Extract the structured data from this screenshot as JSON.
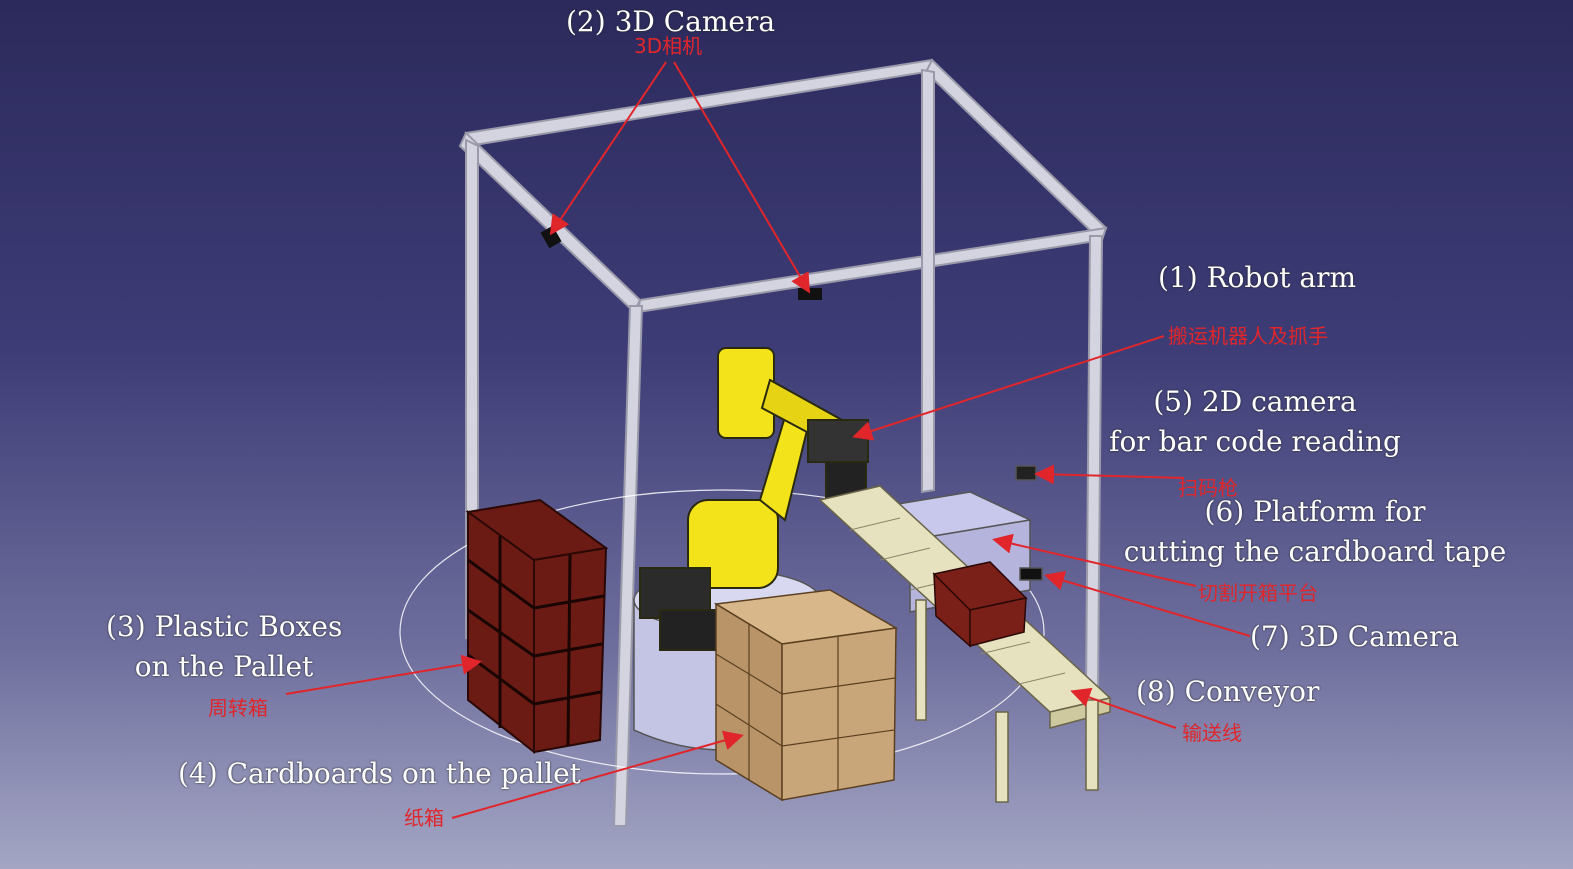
{
  "labels": {
    "camera3d_top": {
      "en": "(2) 3D Camera",
      "cn": "3D相机"
    },
    "robot_arm": {
      "en": "(1) Robot arm",
      "cn": "搬运机器人及抓手"
    },
    "camera2d": {
      "en_line1": "(5) 2D camera",
      "en_line2": "for bar code reading",
      "cn": "扫码枪"
    },
    "platform": {
      "en_line1": "(6) Platform for",
      "en_line2": "cutting the cardboard tape",
      "cn": "切割开箱平台"
    },
    "camera3d_side": {
      "en": "(7) 3D Camera"
    },
    "plastic_boxes": {
      "en_line1": "(3) Plastic Boxes",
      "en_line2": "on the Pallet",
      "cn": "周转箱"
    },
    "conveyor": {
      "en": "(8) Conveyor",
      "cn": "输送线"
    },
    "cardboards": {
      "en": "(4) Cardboards on the pallet",
      "cn": "纸箱"
    }
  },
  "colors": {
    "arrow": "#e0262b",
    "robot": "#f2e31a",
    "frame": "#c9c9d6",
    "crate": "#7a2018",
    "cardboard": "#c9a57a"
  }
}
